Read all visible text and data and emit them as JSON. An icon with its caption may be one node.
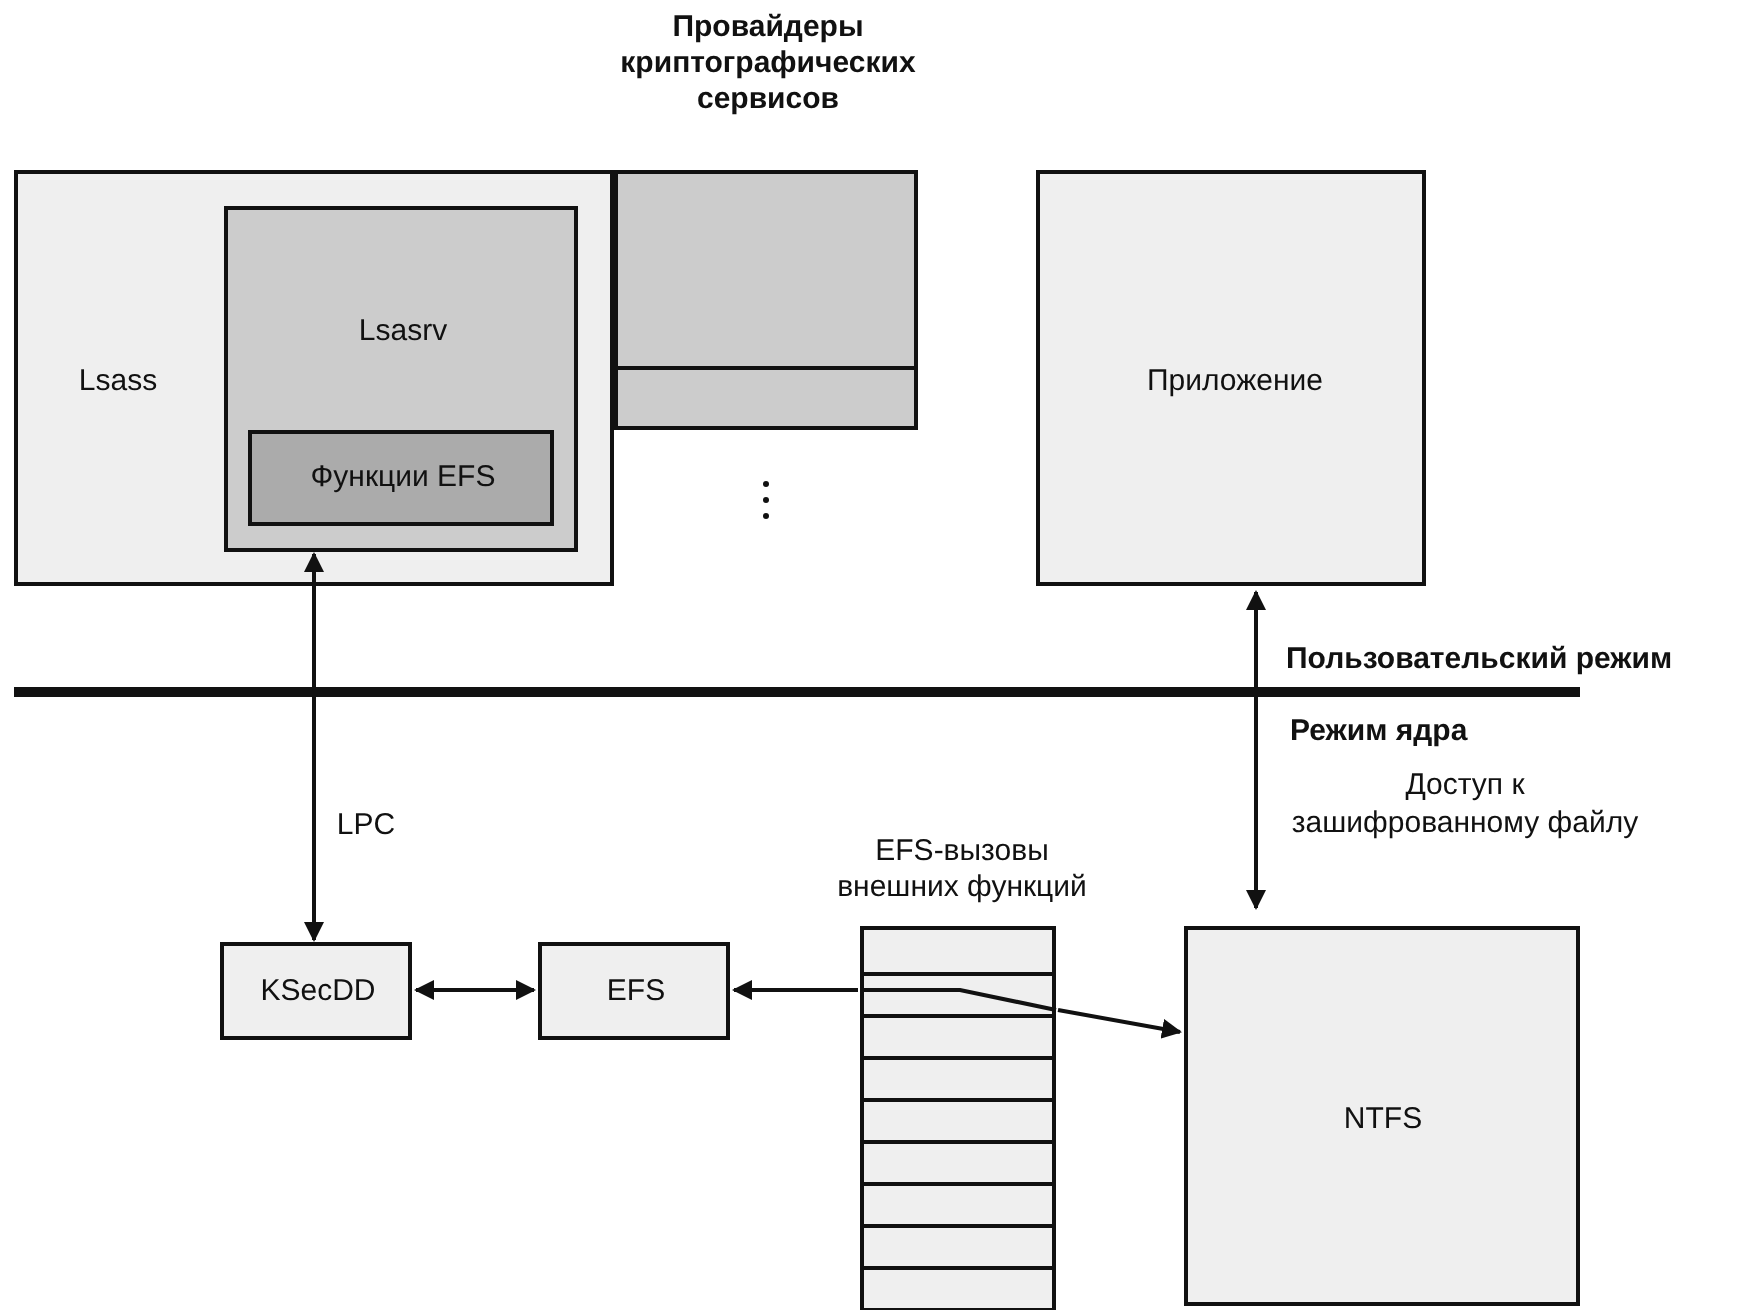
{
  "diagram": {
    "nodes": [
      {
        "text": [
          "Lsass"
        ]
      },
      {
        "text": [
          "Lsasrv"
        ],
        "in": 0
      },
      {
        "text": [
          "Функции EFS"
        ],
        "in": 1
      },
      {
        "text": [
          "Провайдеры криптографических сервисов"
        ]
      },
      {
        "text": [
          "Приложение"
        ]
      },
      {
        "text": [
          "KSecDD"
        ]
      },
      {
        "text": [
          "EFS"
        ]
      },
      {
        "text": [
          "EFS-вызовы внешних функций"
        ]
      },
      {
        "text": [
          "NTFS"
        ]
      }
    ],
    "edges": [
      {
        "from": 1,
        "to": 5,
        "arrow": "both",
        "label": "LPC"
      },
      {
        "from": 5,
        "to": 6,
        "arrow": "both"
      },
      {
        "from": 7,
        "to": 6,
        "arrow": "to"
      },
      {
        "from": 7,
        "to": 8,
        "arrow": "to"
      },
      {
        "from": 4,
        "to": 8,
        "arrow": "both",
        "label": "Доступ к зашифрованному файлу"
      }
    ],
    "labels": [
      "Пользовательский режим",
      "Режим ядра"
    ]
  }
}
